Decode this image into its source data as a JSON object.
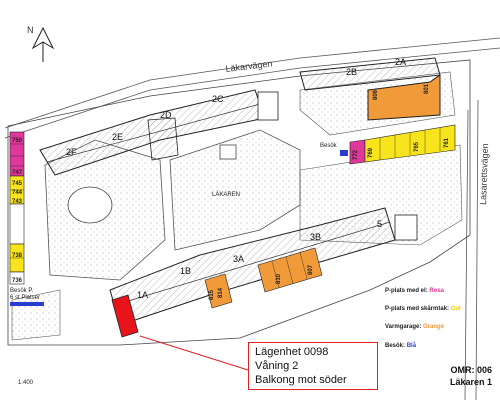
{
  "map": {
    "roads": {
      "north": "Läkarvägen",
      "east": "Lasarettsvägen"
    },
    "courtyard_label": "LÄKAREN",
    "north_label": "N",
    "buildings": {
      "b1a": "1A",
      "b1b": "1B",
      "b2a": "2A",
      "b2b": "2B",
      "b2c": "2C",
      "b2d": "2D",
      "b2e": "2E",
      "b2f": "2F",
      "b3a": "3A",
      "b3b": "3B",
      "b5": "5"
    },
    "visitor_parking_left": {
      "line1": "Besök P.",
      "line2": "6 st Platser"
    },
    "visitor_label": "Besök",
    "parking_spots": {
      "p1": "747",
      "p2": "745",
      "p3": "744",
      "p4": "743",
      "p5": "738",
      "p6": "736",
      "p7": "806",
      "p8": "801",
      "p9": "772",
      "p10": "769",
      "p11": "765",
      "p12": "761",
      "p13": "815",
      "p14": "814",
      "p15": "810",
      "p16": "807"
    },
    "colors": {
      "pink": "#e0389a",
      "yellow": "#f7e41c",
      "orange": "#f09a3a",
      "blue": "#2a3ccf",
      "apartment": "#e8141c"
    }
  },
  "legend": [
    {
      "prefix": "P-plats med el: ",
      "value": "Rosa",
      "color": "#e0389a"
    },
    {
      "prefix": "P-plats med skärmtak: ",
      "value": "Gul",
      "color": "#e8cc00"
    },
    {
      "prefix": "Varmgarage: ",
      "value": "Orange",
      "color": "#f09a3a"
    },
    {
      "prefix": "Besök: ",
      "value": "Blå",
      "color": "#2a3ccf"
    }
  ],
  "callout": {
    "line1": "Lägenhet 0098",
    "line2": "Våning 2",
    "line3": "Balkong mot söder"
  },
  "omr": {
    "line1": "OMR: 006",
    "line2": "Läkaren 1"
  },
  "scale": "1:400"
}
